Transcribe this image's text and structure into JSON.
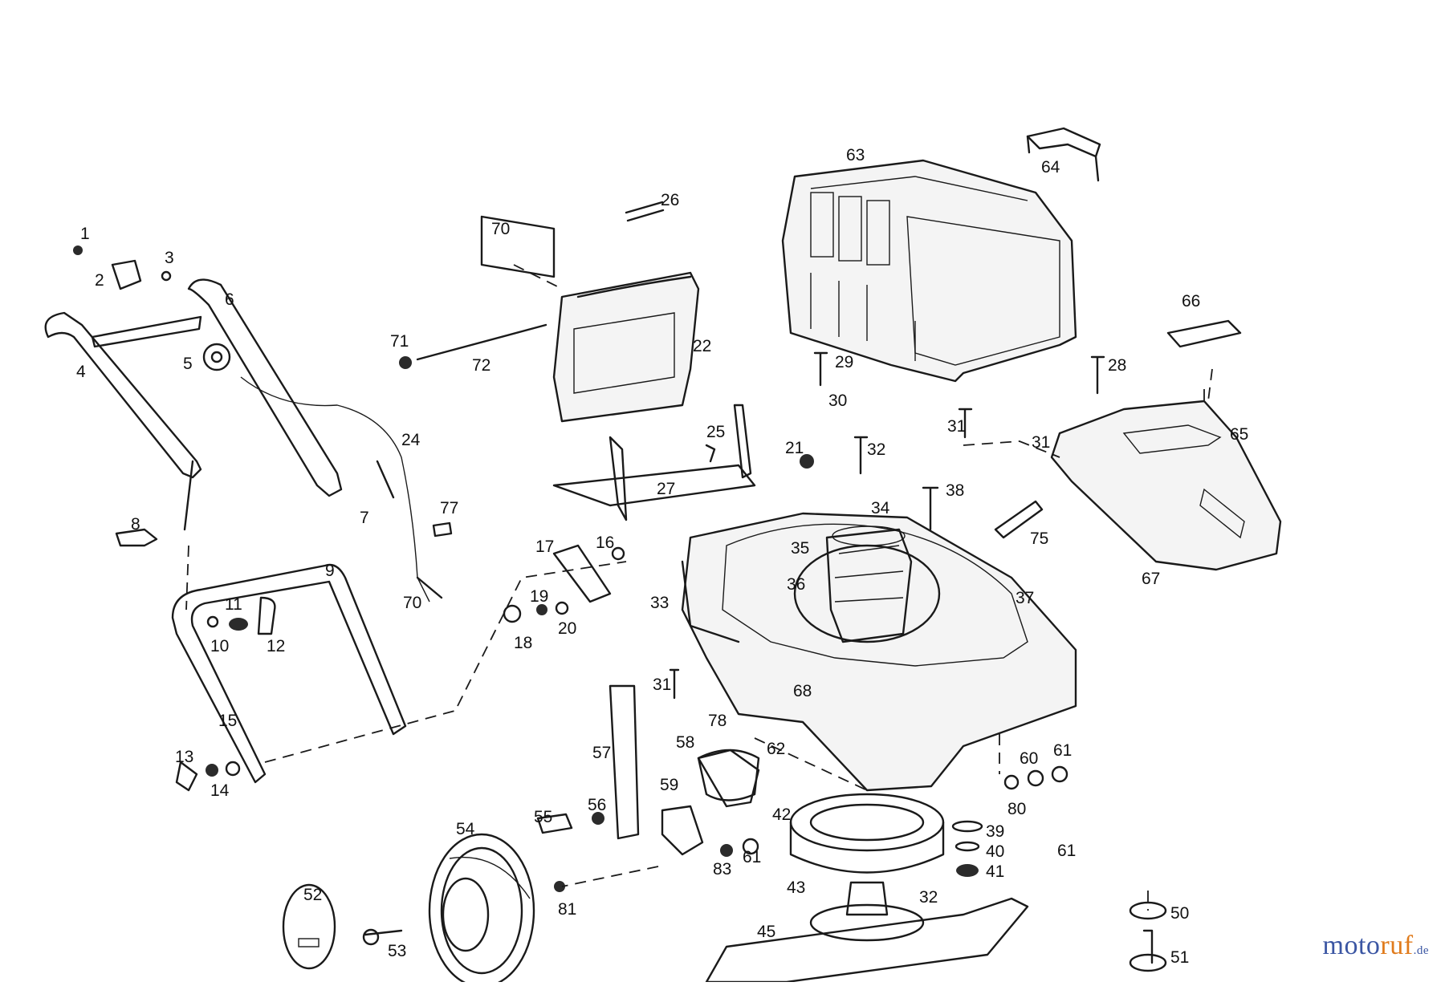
{
  "diagram": {
    "part_numbers": [
      "1",
      "2",
      "3",
      "4",
      "5",
      "6",
      "7",
      "8",
      "9",
      "10",
      "11",
      "12",
      "13",
      "14",
      "15",
      "16",
      "17",
      "18",
      "19",
      "20",
      "21",
      "22",
      "24",
      "25",
      "26",
      "27",
      "28",
      "29",
      "30",
      "31",
      "31",
      "31",
      "32",
      "32",
      "33",
      "34",
      "35",
      "36",
      "37",
      "38",
      "39",
      "40",
      "41",
      "42",
      "43",
      "45",
      "50",
      "51",
      "52",
      "53",
      "54",
      "55",
      "56",
      "57",
      "58",
      "59",
      "60",
      "61",
      "61",
      "61",
      "62",
      "63",
      "64",
      "65",
      "66",
      "67",
      "68",
      "70",
      "70",
      "71",
      "72",
      "75",
      "77",
      "78",
      "80",
      "81",
      "83"
    ]
  },
  "watermark": {
    "part1": "moto",
    "part2": "ruf",
    "part3": ".de"
  }
}
